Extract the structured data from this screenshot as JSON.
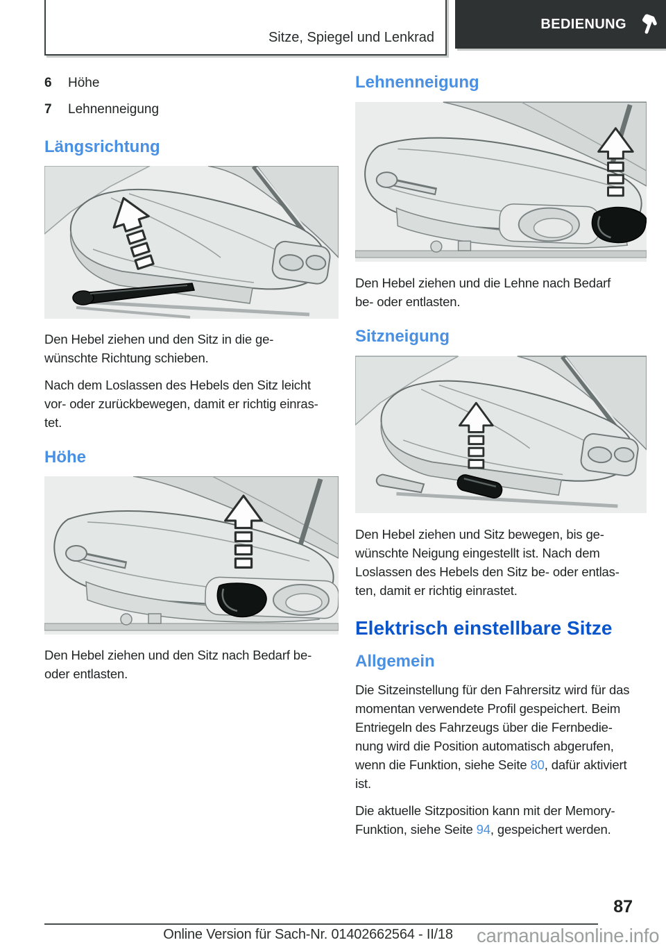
{
  "header": {
    "chapter_title": "Sitze, Spiegel und Lenkrad",
    "tab_label": "BEDIENUNG",
    "tab_icon": "hand-icon"
  },
  "legend": {
    "items": [
      {
        "num": "6",
        "label": "Höhe"
      },
      {
        "num": "7",
        "label": "Lehnenneigung"
      }
    ]
  },
  "sections": {
    "laengsrichtung": {
      "heading": "Längsrichtung",
      "p1": "Den Hebel ziehen und den Sitz in die ge-\nwünschte Richtung schieben.",
      "p2": "Nach dem Loslassen des Hebels den Sitz leicht\nvor- oder zurückbewegen, damit er richtig einras-\ntet."
    },
    "hoehe": {
      "heading": "Höhe",
      "p1": "Den Hebel ziehen und den Sitz nach Bedarf be-\noder entlasten."
    },
    "lehnenneigung": {
      "heading": "Lehnenneigung",
      "p1": "Den Hebel ziehen und die Lehne nach Bedarf\nbe- oder entlasten."
    },
    "sitzneigung": {
      "heading": "Sitzneigung",
      "p1": "Den Hebel ziehen und Sitz bewegen, bis ge-\nwünschte Neigung eingestellt ist. Nach dem\nLoslassen des Hebels den Sitz be- oder entlas-\nten, damit er richtig einrastet."
    },
    "elektrisch": {
      "heading": "Elektrisch einstellbare Sitze"
    },
    "allgemein": {
      "heading": "Allgemein",
      "p1_before": "Die Sitzeinstellung für den Fahrersitz wird für das\nmomentan verwendete Profil gespeichert. Beim\nEntriegeln des Fahrzeugs über die Fernbedie-\nnung wird die Position automatisch abgerufen,\nwenn die Funktion, siehe Seite ",
      "p1_link": "80",
      "p1_after": ", dafür aktiviert\nist.",
      "p2_before": "Die aktuelle Sitzposition kann mit der Memory-\nFunktion, siehe Seite ",
      "p2_link": "94",
      "p2_after": ", gespeichert werden."
    }
  },
  "footer": {
    "page_number": "87",
    "version_text": "Online Version für Sach-Nr. 01402662564 - II/18",
    "watermark": "carmanualsonline.info"
  },
  "colors": {
    "heading_blue": "#4a90e2",
    "chapter_blue": "#0a55cb",
    "link_blue": "#4a90e2",
    "tab_background": "#2e3232",
    "watermark_gray": "#9a9e9d"
  }
}
